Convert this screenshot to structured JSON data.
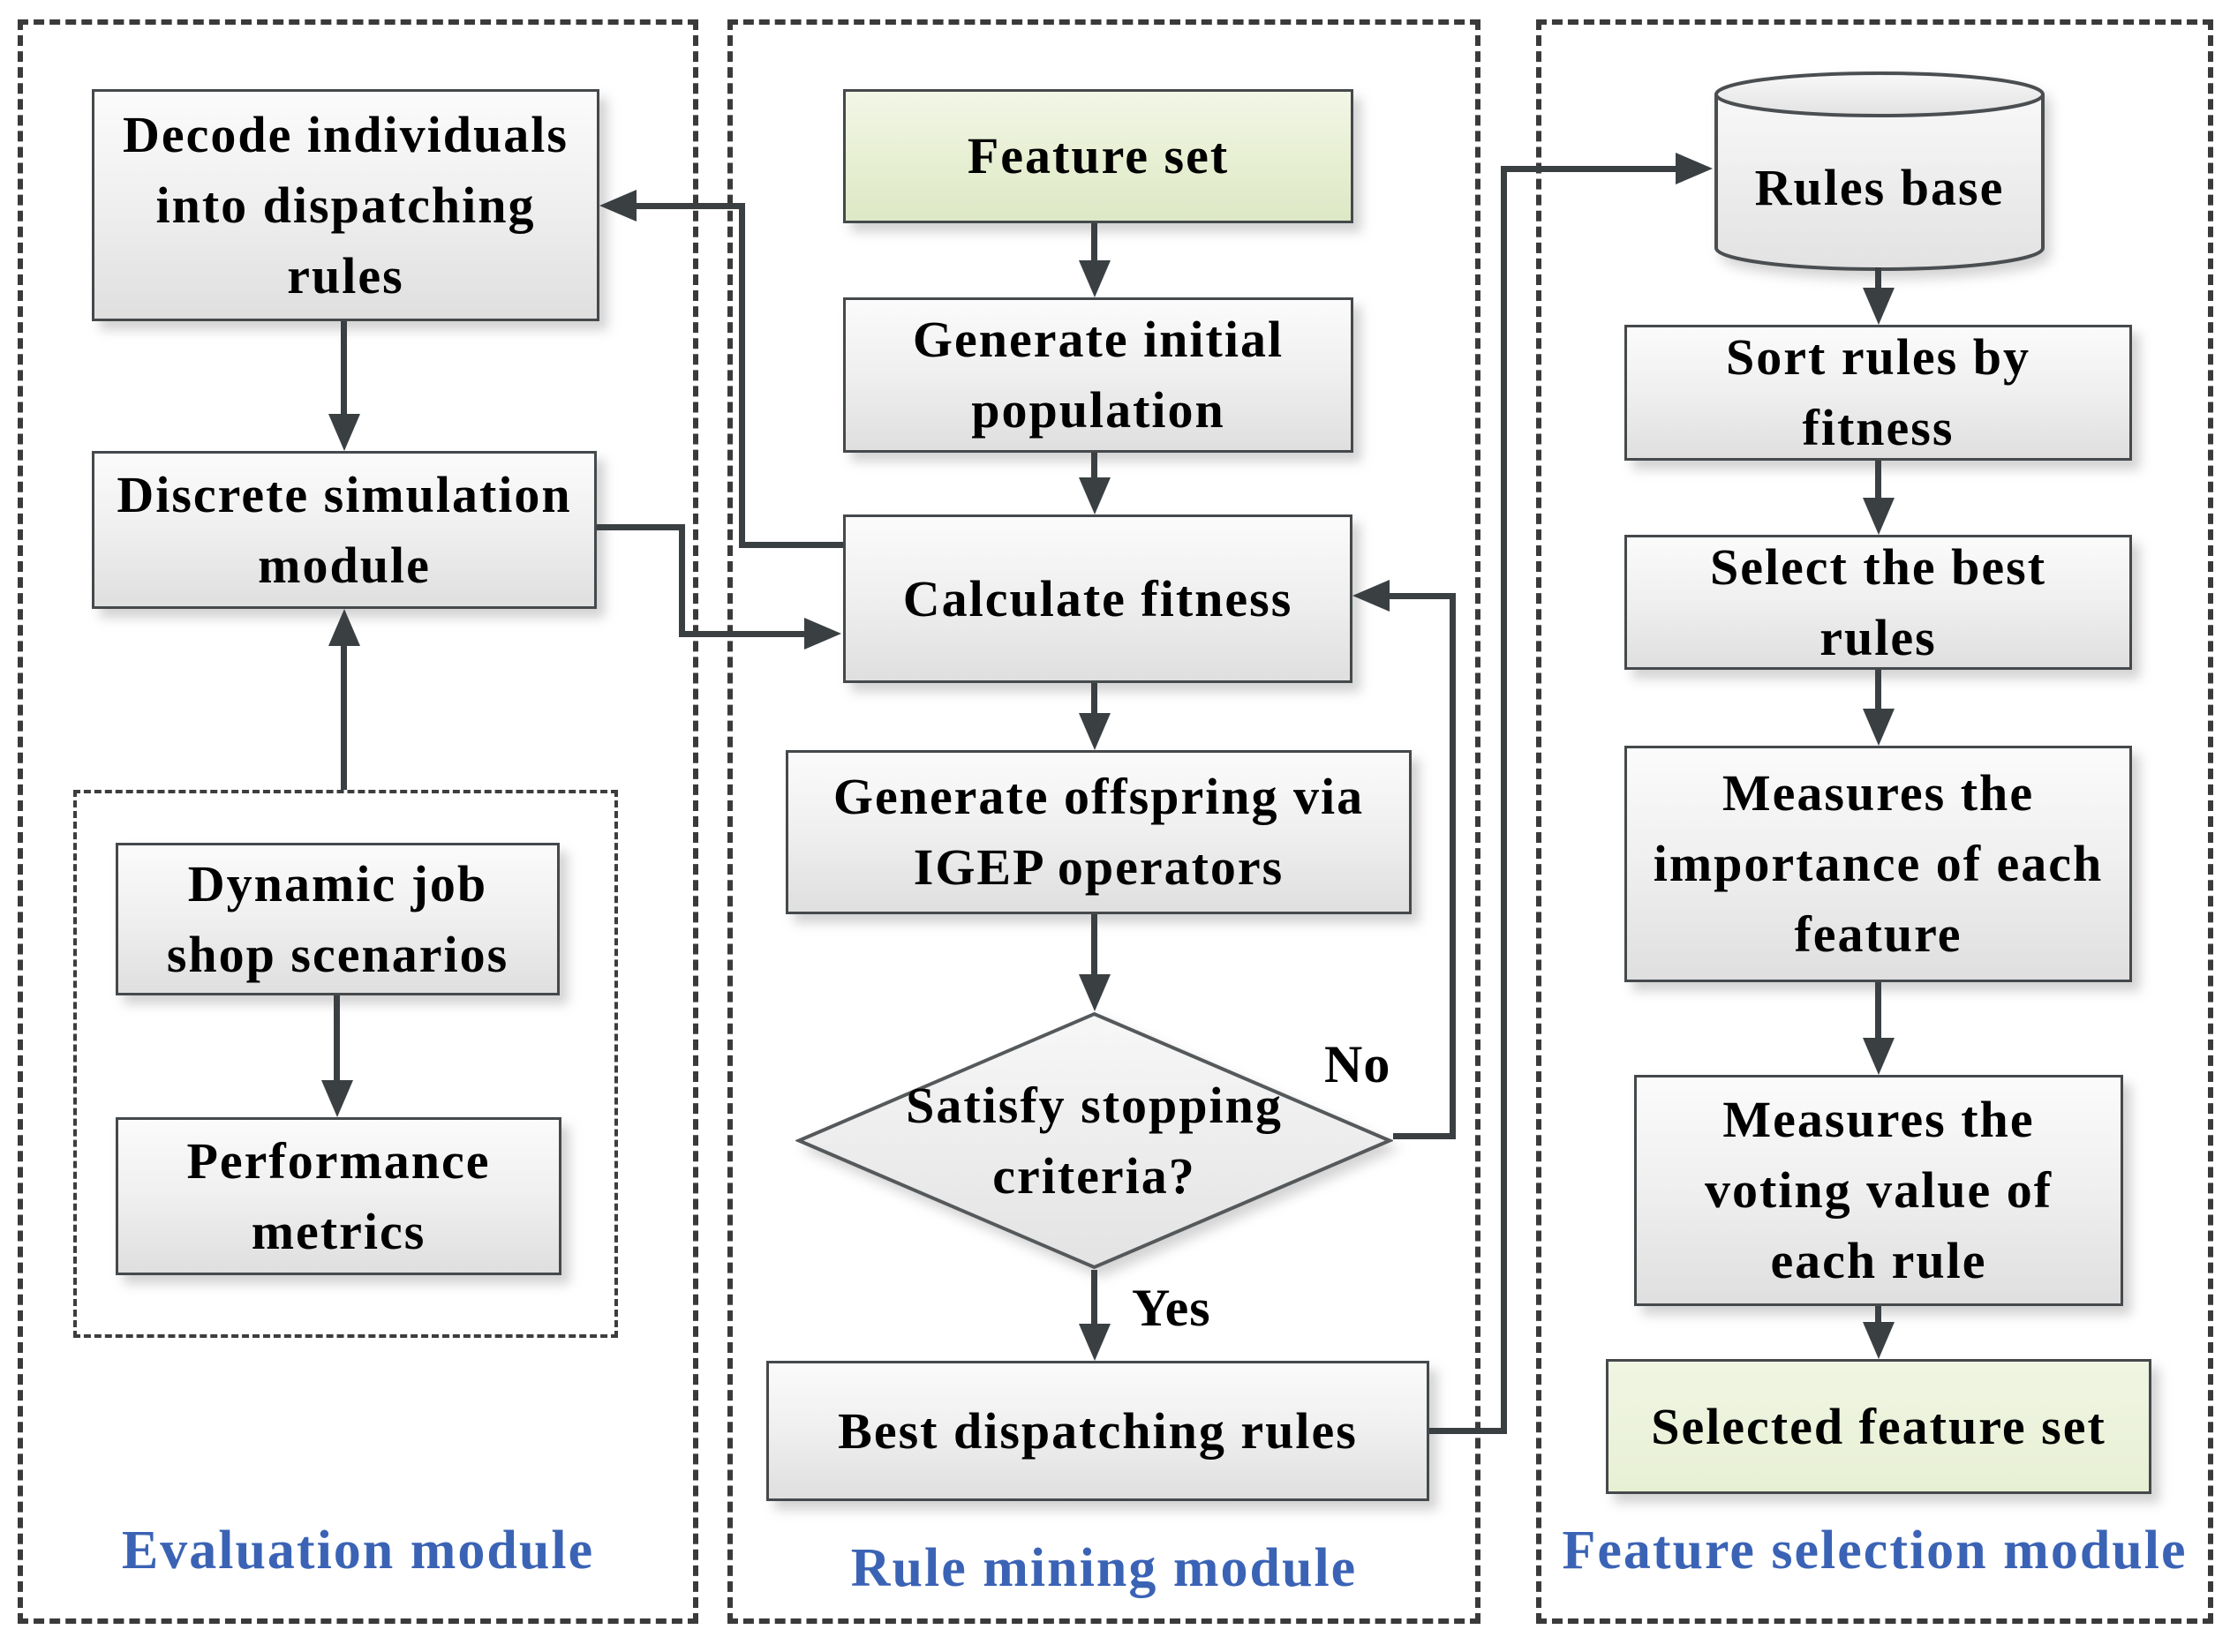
{
  "modules": {
    "evaluation": {
      "label": "Evaluation module"
    },
    "rule_mining": {
      "label": "Rule mining module"
    },
    "feature_selection": {
      "label": "Feature selection module"
    }
  },
  "nodes": {
    "decode": {
      "label": "Decode individuals\ninto dispatching\nrules"
    },
    "discrete_sim": {
      "label": "Discrete simulation\nmodule"
    },
    "dynamic_job": {
      "label": "Dynamic job\nshop scenarios"
    },
    "performance": {
      "label": "Performance\nmetrics"
    },
    "feature_set": {
      "label": "Feature set"
    },
    "generate_initial": {
      "label": "Generate initial\npopulation"
    },
    "calculate_fitness": {
      "label": "Calculate fitness"
    },
    "generate_offspring": {
      "label": "Generate offspring via\nIGEP operators"
    },
    "stopping_criteria": {
      "label": "Satisfy stopping\ncriteria?"
    },
    "best_rules": {
      "label": "Best dispatching rules"
    },
    "rules_base": {
      "label": "Rules base"
    },
    "sort_rules": {
      "label": "Sort rules by\nfitness"
    },
    "select_best": {
      "label": "Select the best\nrules"
    },
    "measure_importance": {
      "label": "Measures the\nimportance of each\nfeature"
    },
    "measure_voting": {
      "label": "Measures the\nvoting value of\neach rule"
    },
    "selected_feature_set": {
      "label": "Selected feature set"
    }
  },
  "edge_labels": {
    "no": "No",
    "yes": "Yes"
  },
  "colors": {
    "module_label_blue": "#3b63b5",
    "arrow_gray": "#3a3f42",
    "node_border": "#45494b",
    "green_fill": "#e7efd2"
  }
}
